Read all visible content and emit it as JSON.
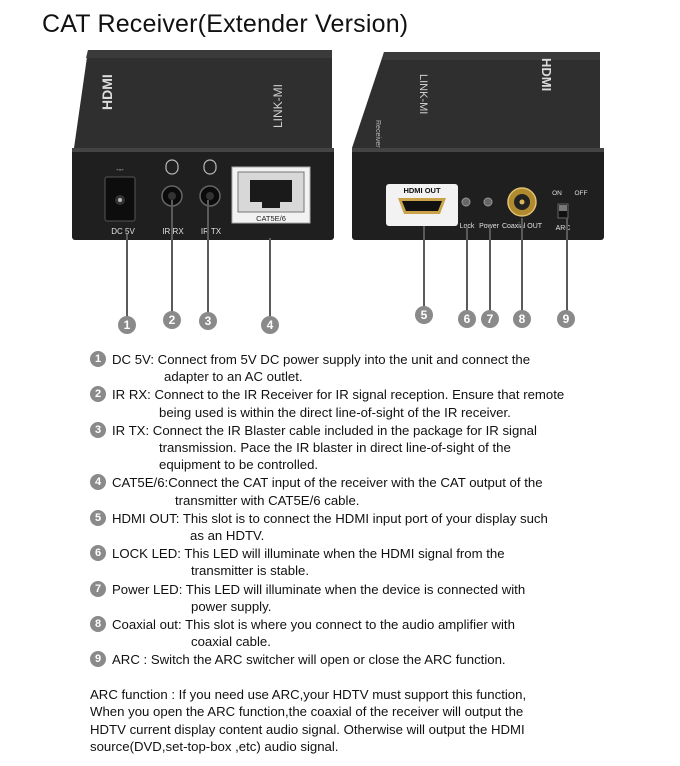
{
  "title": "CAT Receiver(Extender Version)",
  "left_panel": {
    "brand": "LINK-MI",
    "logo": "HDMI",
    "ports": [
      {
        "label": "DC 5V"
      },
      {
        "label": "IR RX"
      },
      {
        "label": "IR TX"
      },
      {
        "label": "CAT5E/6"
      }
    ]
  },
  "right_panel": {
    "brand": "LINK-MI",
    "logo": "HDMI",
    "side_text": "Receiver",
    "ports": [
      {
        "label": "HDMI OUT"
      },
      {
        "label": "Lock"
      },
      {
        "label": "Power"
      },
      {
        "label": "Coaxial OUT"
      },
      {
        "label": "ARC"
      }
    ],
    "switch_on": "ON",
    "switch_off": "OFF"
  },
  "callouts": [
    "1",
    "2",
    "3",
    "4",
    "5",
    "6",
    "7",
    "8",
    "9"
  ],
  "items": [
    {
      "num": "1",
      "lead": "DC 5V: Connect from 5V DC power supply into the unit and connect the",
      "cont": "adapter to an AC outlet."
    },
    {
      "num": "2",
      "lead": "IR RX: Connect to the IR Receiver for IR signal reception. Ensure that remote",
      "cont": "being used is within the direct line-of-sight of the IR receiver."
    },
    {
      "num": "3",
      "lead": "IR TX: Connect the IR Blaster cable included in the package for IR signal",
      "cont": "transmission. Pace the IR blaster in direct line-of-sight of the",
      "cont2": "equipment to be controlled."
    },
    {
      "num": "4",
      "lead": "CAT5E/6:Connect the CAT input of the receiver with the CAT output of the",
      "cont": "transmitter with CAT5E/6 cable."
    },
    {
      "num": "5",
      "lead": "HDMI OUT: This slot is to connect the HDMI input port of your display such",
      "cont": "as an HDTV."
    },
    {
      "num": "6",
      "lead": "LOCK LED: This LED will illuminate when the HDMI signal from the",
      "cont": "transmitter is stable."
    },
    {
      "num": "7",
      "lead": "Power LED: This LED will illuminate when the device is connected with",
      "cont": "power supply."
    },
    {
      "num": "8",
      "lead": "Coaxial out: This slot is where you connect to the audio amplifier with",
      "cont": "coaxial cable."
    },
    {
      "num": "9",
      "lead": "ARC : Switch the ARC switcher will open or close the ARC function."
    }
  ],
  "note": [
    "ARC function : If you need use ARC,your HDTV must support this function,",
    "When you open the ARC function,the coaxial of the receiver will output the",
    "HDTV current display content audio signal. Otherwise will output the HDMI",
    "source(DVD,set-top-box ,etc) audio signal."
  ],
  "colors": {
    "callout": "#8a8a8a",
    "device_body": "#2b2b2b",
    "device_face": "#1e1e1e"
  }
}
